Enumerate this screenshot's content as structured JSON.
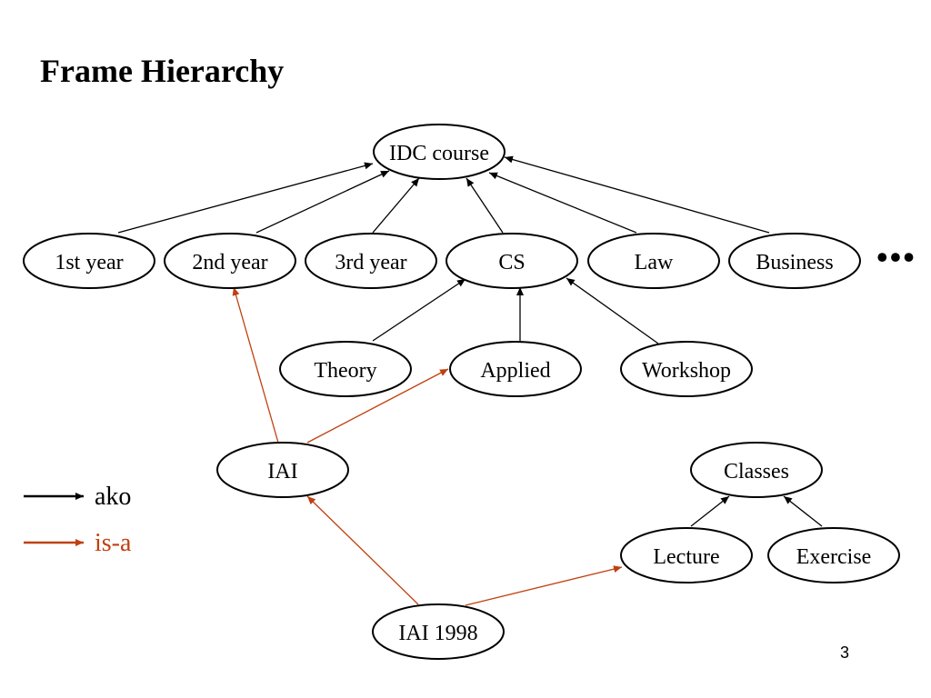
{
  "title": "Frame Hierarchy",
  "nodes": {
    "idc_course": "IDC course",
    "year1": "1st year",
    "year2": "2nd year",
    "year3": "3rd year",
    "cs": "CS",
    "law": "Law",
    "business": "Business",
    "theory": "Theory",
    "applied": "Applied",
    "workshop": "Workshop",
    "iai": "IAI",
    "classes": "Classes",
    "lecture": "Lecture",
    "exercise": "Exercise",
    "iai1998": "IAI 1998"
  },
  "more": "•••",
  "legend": {
    "ako": {
      "label": "ako",
      "color": "#000000"
    },
    "isa": {
      "label": "is-a",
      "color": "#c0400f"
    }
  },
  "page_number": "3"
}
